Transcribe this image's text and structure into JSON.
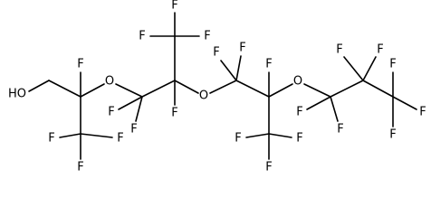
{
  "molecule": {
    "atoms": {
      "hydroxyl": "HO",
      "oxygen": "O",
      "fluorine": "F"
    }
  }
}
